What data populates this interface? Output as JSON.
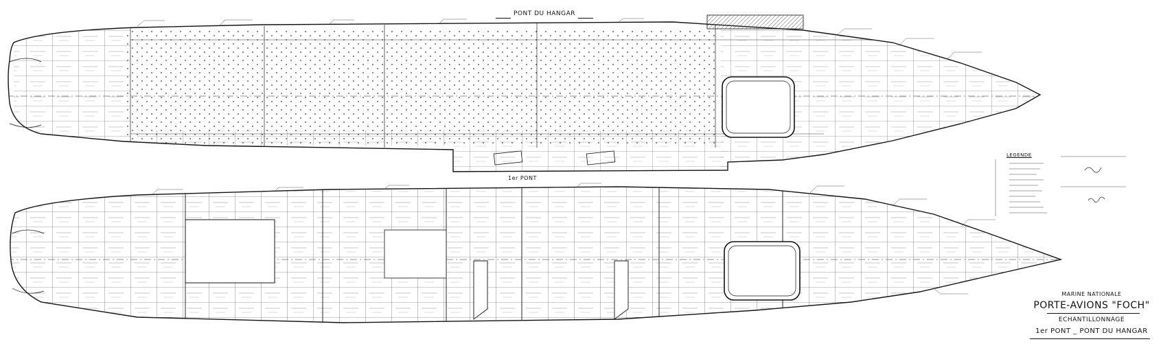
{
  "labels": {
    "hangar_deck": "PONT DU HANGAR",
    "first_deck": "1er PONT",
    "legend_title": "LEGENDE"
  },
  "title_block": {
    "line1": "MARINE NATIONALE",
    "line2": "PORTE-AVIONS \"FOCH\"",
    "line3": "ECHANTILLONNAGE",
    "line4": "1er PONT _ PONT DU HANGAR"
  }
}
